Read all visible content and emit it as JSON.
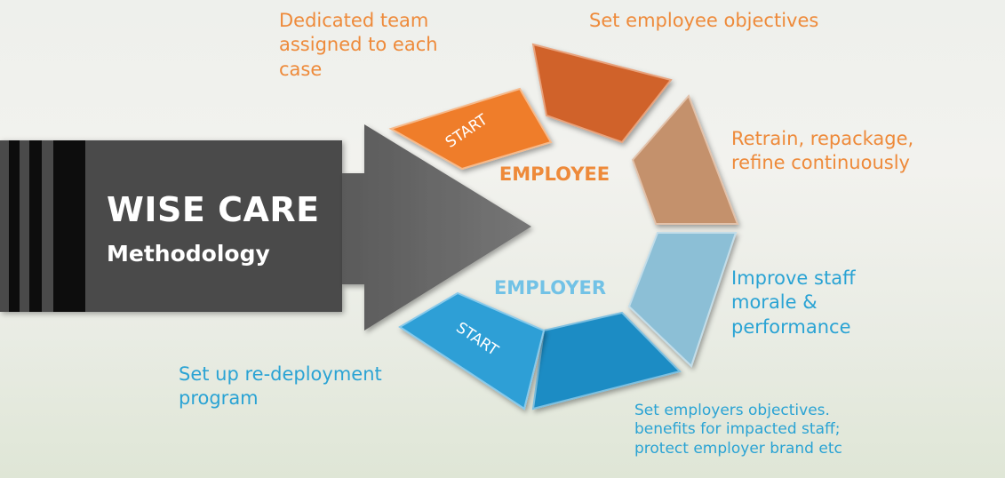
{
  "title": {
    "main": "WISE CARE",
    "sub": "Methodology"
  },
  "center": {
    "employee": "EMPLOYEE",
    "employer": "EMPLOYER"
  },
  "start_labels": {
    "top": "START",
    "bottom": "START"
  },
  "employee_steps": [
    [
      "Dedicated team",
      "assigned to each",
      "case"
    ],
    [
      "Set employee objectives"
    ],
    [
      "Retrain, repackage,",
      "refine continuously"
    ]
  ],
  "employer_steps": [
    [
      "Improve staff",
      "morale &",
      "performance"
    ],
    [
      "Set employers objectives.",
      "benefits for impacted staff;",
      "protect employer brand etc"
    ],
    [
      "Set up re-deployment",
      "program"
    ]
  ],
  "colors": {
    "employee_start": "#ef7d2c",
    "employee_seg2": "#d0622a",
    "employee_seg3": "#c4916c",
    "employer_seg1": "#8cbfd6",
    "employer_seg2": "#1f8cc4",
    "employer_start": "#2d9fd6",
    "orange_text": "#ee8a3a",
    "blue_text": "#2aa3d4",
    "title_box": "#4a4a4a",
    "arrow": "#6b6b6b"
  }
}
